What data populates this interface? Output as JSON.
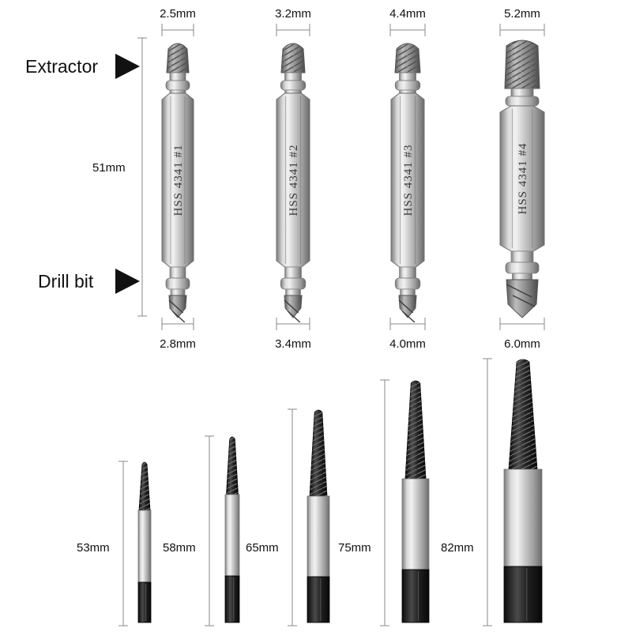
{
  "extractor_label": "Extractor",
  "drill_bit_label": "Drill bit",
  "double_ended_length": "51mm",
  "double_ended_bits": [
    {
      "extractor_size": "2.5mm",
      "drill_size": "2.8mm",
      "engraving": "HSS 4341 #1"
    },
    {
      "extractor_size": "3.2mm",
      "drill_size": "3.4mm",
      "engraving": "HSS 4341 #2"
    },
    {
      "extractor_size": "4.4mm",
      "drill_size": "4.0mm",
      "engraving": "HSS 4341 #3"
    },
    {
      "extractor_size": "5.2mm",
      "drill_size": "6.0mm",
      "engraving": "HSS 4341 #4"
    }
  ],
  "screw_extractors": [
    {
      "length": "53mm"
    },
    {
      "length": "58mm"
    },
    {
      "length": "65mm"
    },
    {
      "length": "75mm"
    },
    {
      "length": "82mm"
    }
  ],
  "colors": {
    "steel_light": "#e6e6e6",
    "steel_dark": "#7d7d7d",
    "black_steel": "#1b1b1b",
    "text": "#111111"
  }
}
